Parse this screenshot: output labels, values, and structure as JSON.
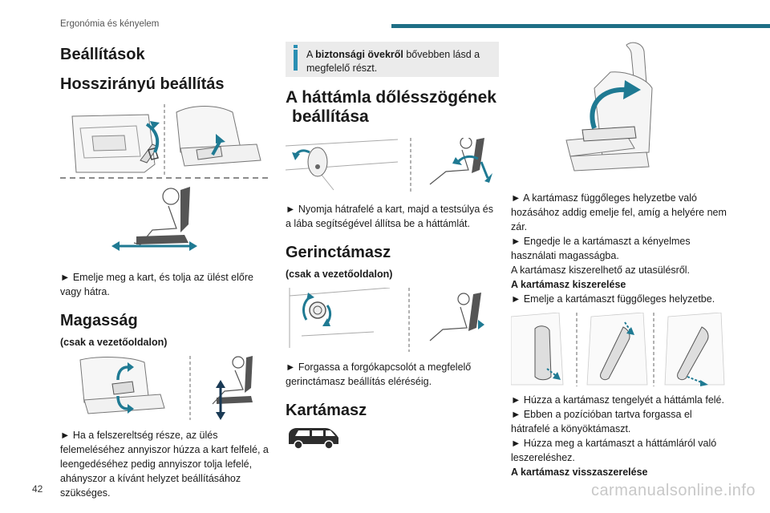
{
  "header": {
    "section": "Ergonómia és kényelem"
  },
  "footer": {
    "page_number": "42",
    "watermark": "carmanualsonline.info"
  },
  "col1": {
    "title": "Beállítások",
    "longitudinal": {
      "title": "Hosszirányú beállítás",
      "text": "► Emelje meg a kart, és tolja az ülést előre vagy hátra."
    },
    "height": {
      "title": "Magasság",
      "subtitle": "(csak a vezetőoldalon)",
      "text": "► Ha a felszereltség része, az ülés felemeléséhez annyiszor húzza a kart felfelé, a leengedéséhez pedig annyiszor tolja lefelé, ahányszor a kívánt helyzet beállításához szükséges."
    }
  },
  "col2": {
    "info": {
      "prefix": "A ",
      "bold": "biztonsági övekről",
      "suffix": " bővebben lásd a megfelelő részt."
    },
    "backrest": {
      "title_line1": "A háttámla dőlésszögének",
      "title_line2": "beállítása",
      "text": "► Nyomja hátrafelé a kart, majd a testsúlya és a lába segítségével állítsa be a háttámlát."
    },
    "lumbar": {
      "title": "Gerinctámasz",
      "subtitle": "(csak a vezetőoldalon)",
      "text": "► Forgassa a forgókapcsolót a megfelelő gerinctámasz beállítás eléréséig."
    },
    "armrest": {
      "title": "Kartámasz"
    }
  },
  "col3": {
    "lines": [
      {
        "text": "► A kartámasz függőleges helyzetbe való",
        "bold": false
      },
      {
        "text": "hozásához addig emelje fel, amíg a helyére nem",
        "bold": false
      },
      {
        "text": "zár.",
        "bold": false
      },
      {
        "text": "► Engedje le a kartámaszt a kényelmes",
        "bold": false
      },
      {
        "text": "használati magasságba.",
        "bold": false
      },
      {
        "text": "A kartámasz kiszerelhető az utasülésről.",
        "bold": false
      },
      {
        "text": "A kartámasz kiszerelése",
        "bold": true
      },
      {
        "text": "► Emelje a kartámaszt függőleges helyzetbe.",
        "bold": false
      }
    ],
    "lines2": [
      {
        "text": "► Húzza a kartámasz tengelyét a háttámla felé.",
        "bold": false
      },
      {
        "text": "► Ebben a pozícióban tartva forgassa el",
        "bold": false
      },
      {
        "text": "hátrafelé a könyöktámaszt.",
        "bold": false
      },
      {
        "text": "► Húzza meg a kartámaszt a háttámláról való",
        "bold": false
      },
      {
        "text": "leszereléshez.",
        "bold": false
      },
      {
        "text": "A kartámasz visszaszerelése",
        "bold": true
      }
    ]
  },
  "colors": {
    "accent": "#1f6f86",
    "arrow": "#1f7a93",
    "info_bar": "#2a8fb3"
  }
}
